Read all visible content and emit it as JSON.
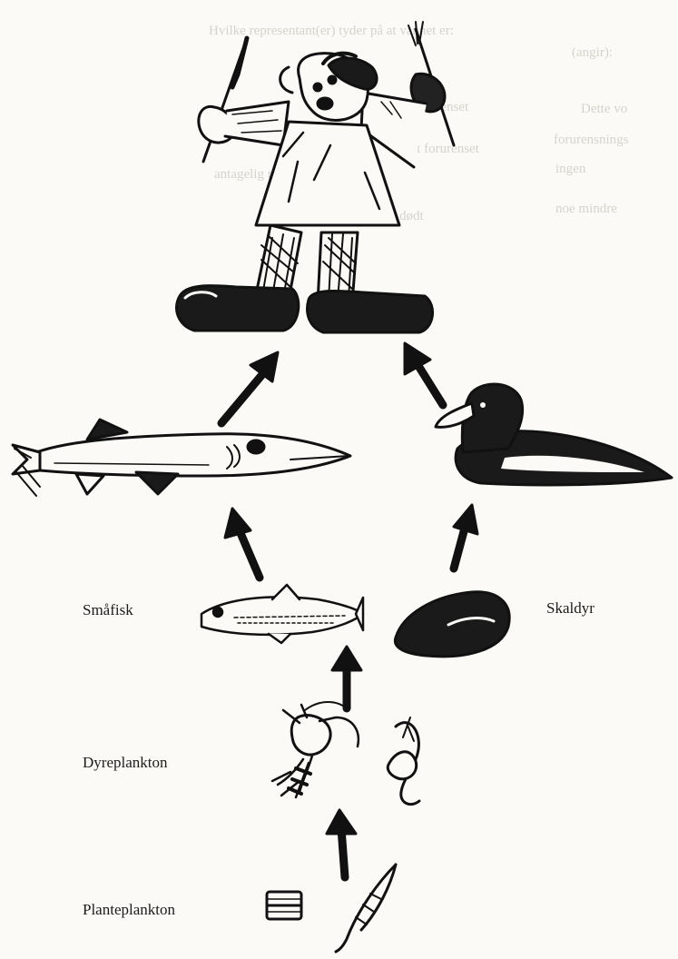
{
  "ghost_text": {
    "line_1": "Hvilke representant(er) tyder på at vannet er:",
    "line_2": "(angir):",
    "line_3": "Dette vo",
    "line_4": "forurensnings",
    "line_5": "ingen",
    "line_6": "noe mindre",
    "line_7": "svakt forurenset",
    "line_8": "sterkt forurenset",
    "line_9": "antagelig nedbrytning",
    "line_10": "dødt"
  },
  "labels": {
    "small_fish": "Småfisk",
    "shellfish": "Skaldyr",
    "zooplankton": "Dyreplankton",
    "phytoplankton": "Planteplankton"
  },
  "colors": {
    "ink": "#111111",
    "paper": "#fbfaf7",
    "ghost": "#c9c6c0"
  }
}
